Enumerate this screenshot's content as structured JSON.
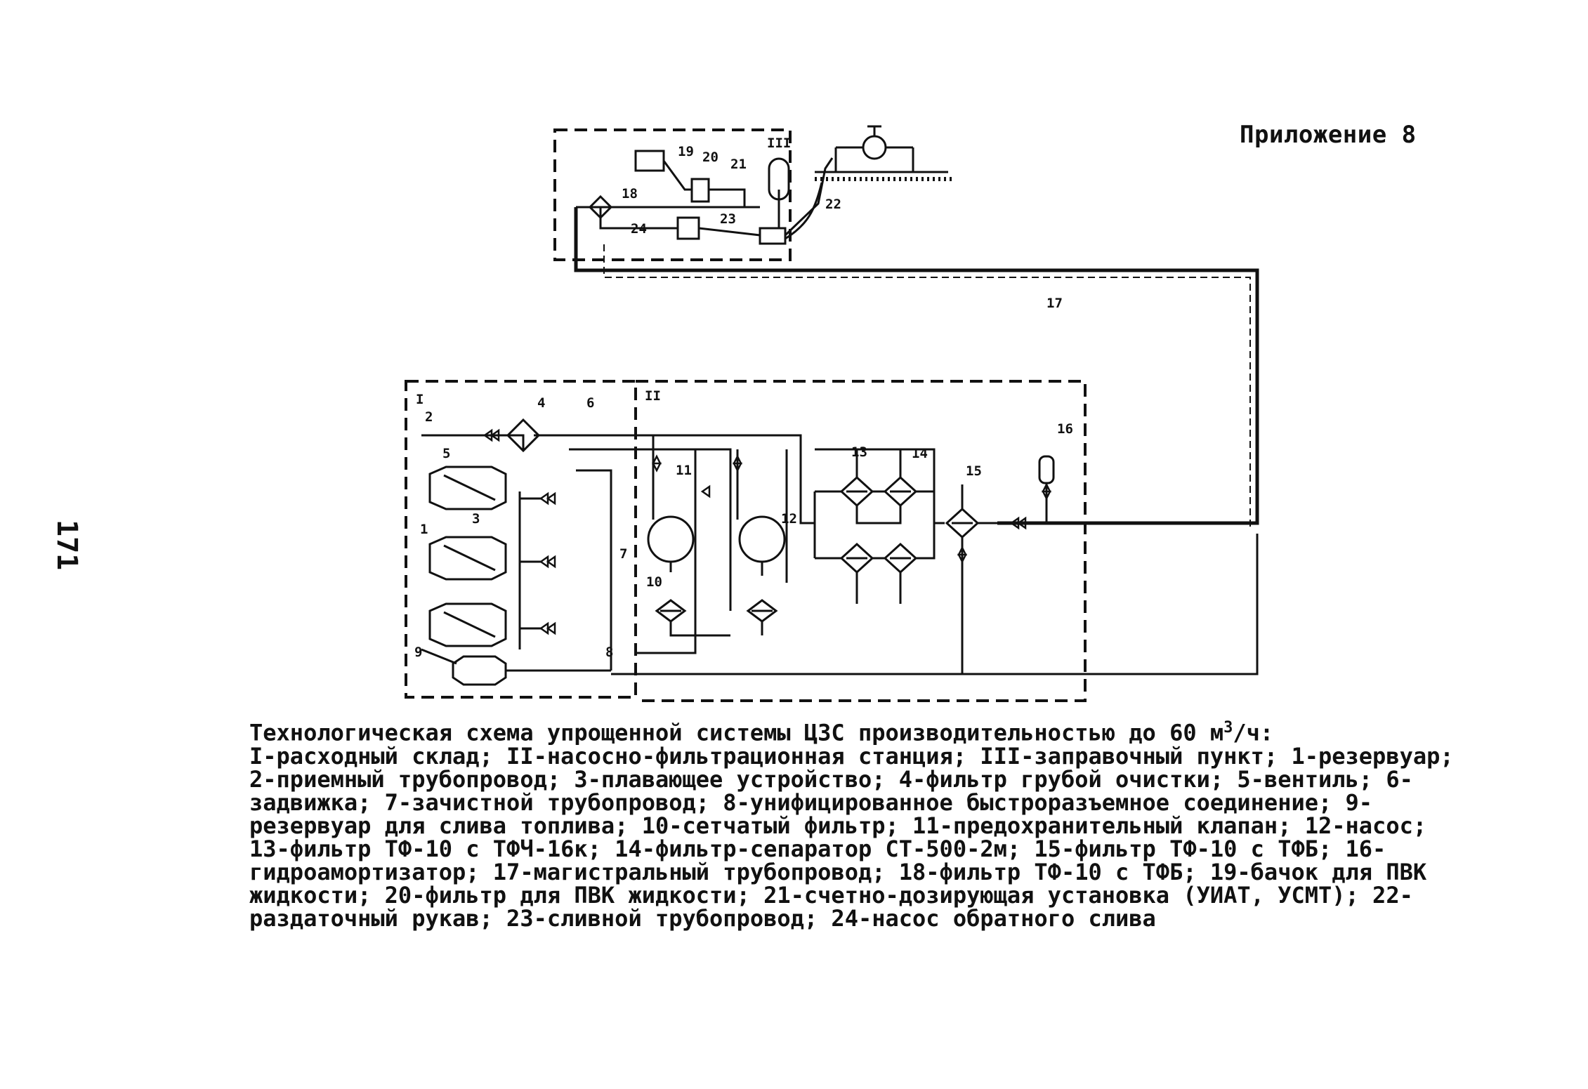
{
  "header": {
    "appendix": "Приложение 8"
  },
  "page_number": "171",
  "caption": {
    "title_start": "Технологическая схема упрощенной системы ЦЗС производительностью до 60 м",
    "title_sup": "3",
    "title_end": "/ч:",
    "legend": "I-расходный склад; II-насосно-фильтрационная станция; III-заправочный пункт; 1-резервуар; 2-приемный трубопровод; 3-плавающее устройство; 4-фильтр грубой очистки; 5-вентиль; 6-задвижка; 7-зачистной трубопровод; 8-унифицированное быстроразъемное соединение; 9-резервуар для слива топлива; 10-сетчатый фильтр; 11-предохранительный клапан; 12-насос; 13-фильтр ТФ-10 с ТФЧ-16к; 14-фильтр-сепаратор СТ-500-2м; 15-фильтр ТФ-10 с ТФБ; 16-гидроамортизатор; 17-магистральный трубопровод; 18-фильтр ТФ-10 с ТФБ; 19-бачок для ПВК жидкости; 20-фильтр для ПВК жидкости; 21-счетно-дозирующая установка (УИАТ, УСМТ); 22-раздаточный рукав; 23-сливной трубопровод; 24-насос обратного слива"
  },
  "diagram": {
    "zone_labels": {
      "I": "I",
      "II": "II",
      "III": "III"
    },
    "labels": {
      "n1": "1",
      "n2": "2",
      "n3": "3",
      "n4": "4",
      "n5": "5",
      "n6": "6",
      "n7": "7",
      "n8": "8",
      "n9": "9",
      "n10": "10",
      "n11": "11",
      "n12": "12",
      "n13": "13",
      "n14": "14",
      "n15": "15",
      "n16": "16",
      "n17": "17",
      "n18": "18",
      "n19": "19",
      "n20": "20",
      "n21": "21",
      "n22": "22",
      "n23": "23",
      "n24": "24"
    }
  }
}
